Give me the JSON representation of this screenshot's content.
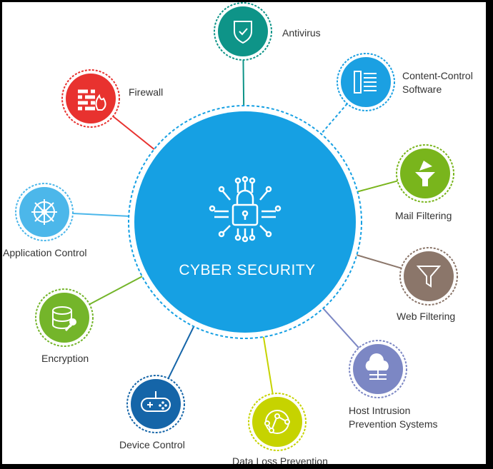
{
  "center": {
    "title": "CYBER SECURITY",
    "icon": "circuit-lock-icon",
    "color": "#16a0e3"
  },
  "nodes": [
    {
      "id": "antivirus",
      "label": "Antivirus",
      "icon": "shield-check-icon",
      "color": "#0e9488"
    },
    {
      "id": "content-control",
      "label": "Content-Control",
      "label2": "Software",
      "icon": "document-list-icon",
      "color": "#1ba0e2"
    },
    {
      "id": "mail-filtering",
      "label": "Mail Filtering",
      "icon": "mail-funnel-icon",
      "color": "#79b51c"
    },
    {
      "id": "web-filtering",
      "label": "Web Filtering",
      "icon": "funnel-icon",
      "color": "#8b766a"
    },
    {
      "id": "host-intrusion",
      "label": "Host Intrusion",
      "label2": "Prevention Systems",
      "icon": "cloud-server-icon",
      "color": "#7c87c4"
    },
    {
      "id": "data-loss",
      "label": "Data Loss Prevention",
      "icon": "graph-nodes-icon",
      "color": "#c6d300"
    },
    {
      "id": "device-control",
      "label": "Device Control",
      "icon": "gamepad-icon",
      "color": "#1565a8"
    },
    {
      "id": "encryption",
      "label": "Encryption",
      "icon": "database-key-icon",
      "color": "#74b52a"
    },
    {
      "id": "application-control",
      "label": "Application Control",
      "icon": "wheel-icon",
      "color": "#4cb7ea"
    },
    {
      "id": "firewall",
      "label": "Firewall",
      "icon": "brick-flame-icon",
      "color": "#e8322f"
    }
  ]
}
